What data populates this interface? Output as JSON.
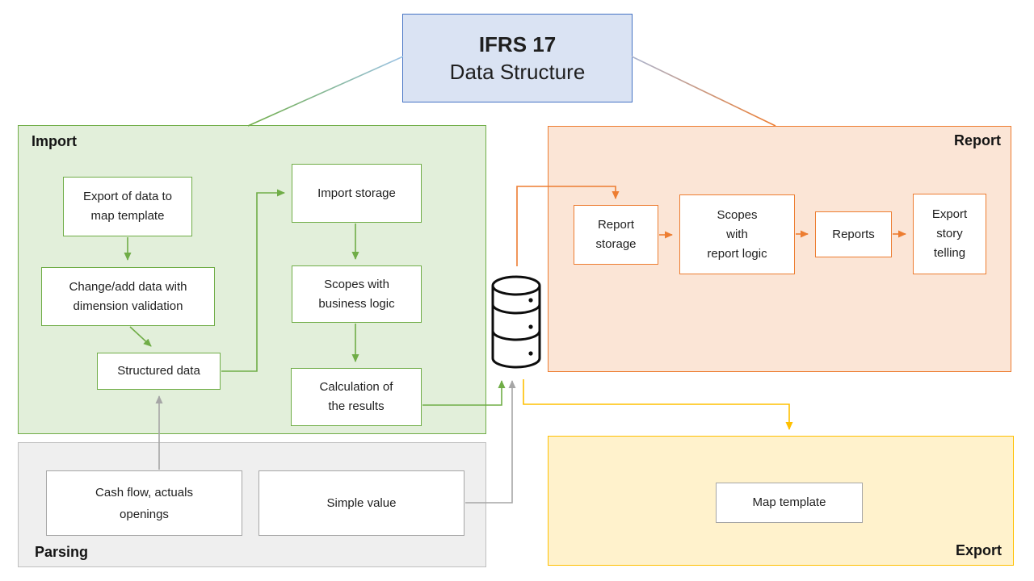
{
  "title": {
    "line1": "IFRS 17",
    "line2": "Data Structure"
  },
  "regions": {
    "import": {
      "label": "Import"
    },
    "report": {
      "label": "Report"
    },
    "parsing": {
      "label": "Parsing"
    },
    "export": {
      "label": "Export"
    }
  },
  "nodes": {
    "export_of_data": {
      "label": "Export of data to\nmap template"
    },
    "change_add_data": {
      "label": "Change/add data with\ndimension validation"
    },
    "structured_data": {
      "label": "Structured data"
    },
    "import_storage": {
      "label": "Import storage"
    },
    "scopes_business_logic": {
      "label": "Scopes with\nbusiness logic"
    },
    "calculation_results": {
      "label": "Calculation of\nthe results"
    },
    "report_storage": {
      "label": "Report\nstorage"
    },
    "scopes_report_logic": {
      "label": "Scopes\nwith\nreport logic"
    },
    "reports": {
      "label": "Reports"
    },
    "export_story_telling": {
      "label": "Export\nstory\ntelling"
    },
    "cash_flow": {
      "label": "Cash flow, actuals\nopenings"
    },
    "simple_value": {
      "label": "Simple value"
    },
    "map_template": {
      "label": "Map template"
    }
  },
  "icons": {
    "database": "database-icon"
  },
  "colors": {
    "title_fill": "#dae3f3",
    "title_border": "#4472c4",
    "green": "#70ad47",
    "green_fill": "#e2efda",
    "orange": "#ed7d31",
    "orange_fill": "#fbe5d6",
    "yellow": "#ffc000",
    "yellow_fill": "#fff2cc",
    "gray": "#a6a6a6",
    "gray_fill": "#efefef",
    "gray_region_border": "#bfbfbf",
    "connector_blue": "#9dc3e6",
    "connector_blue2": "#a9b4cf",
    "text": "#1f1f1f"
  }
}
